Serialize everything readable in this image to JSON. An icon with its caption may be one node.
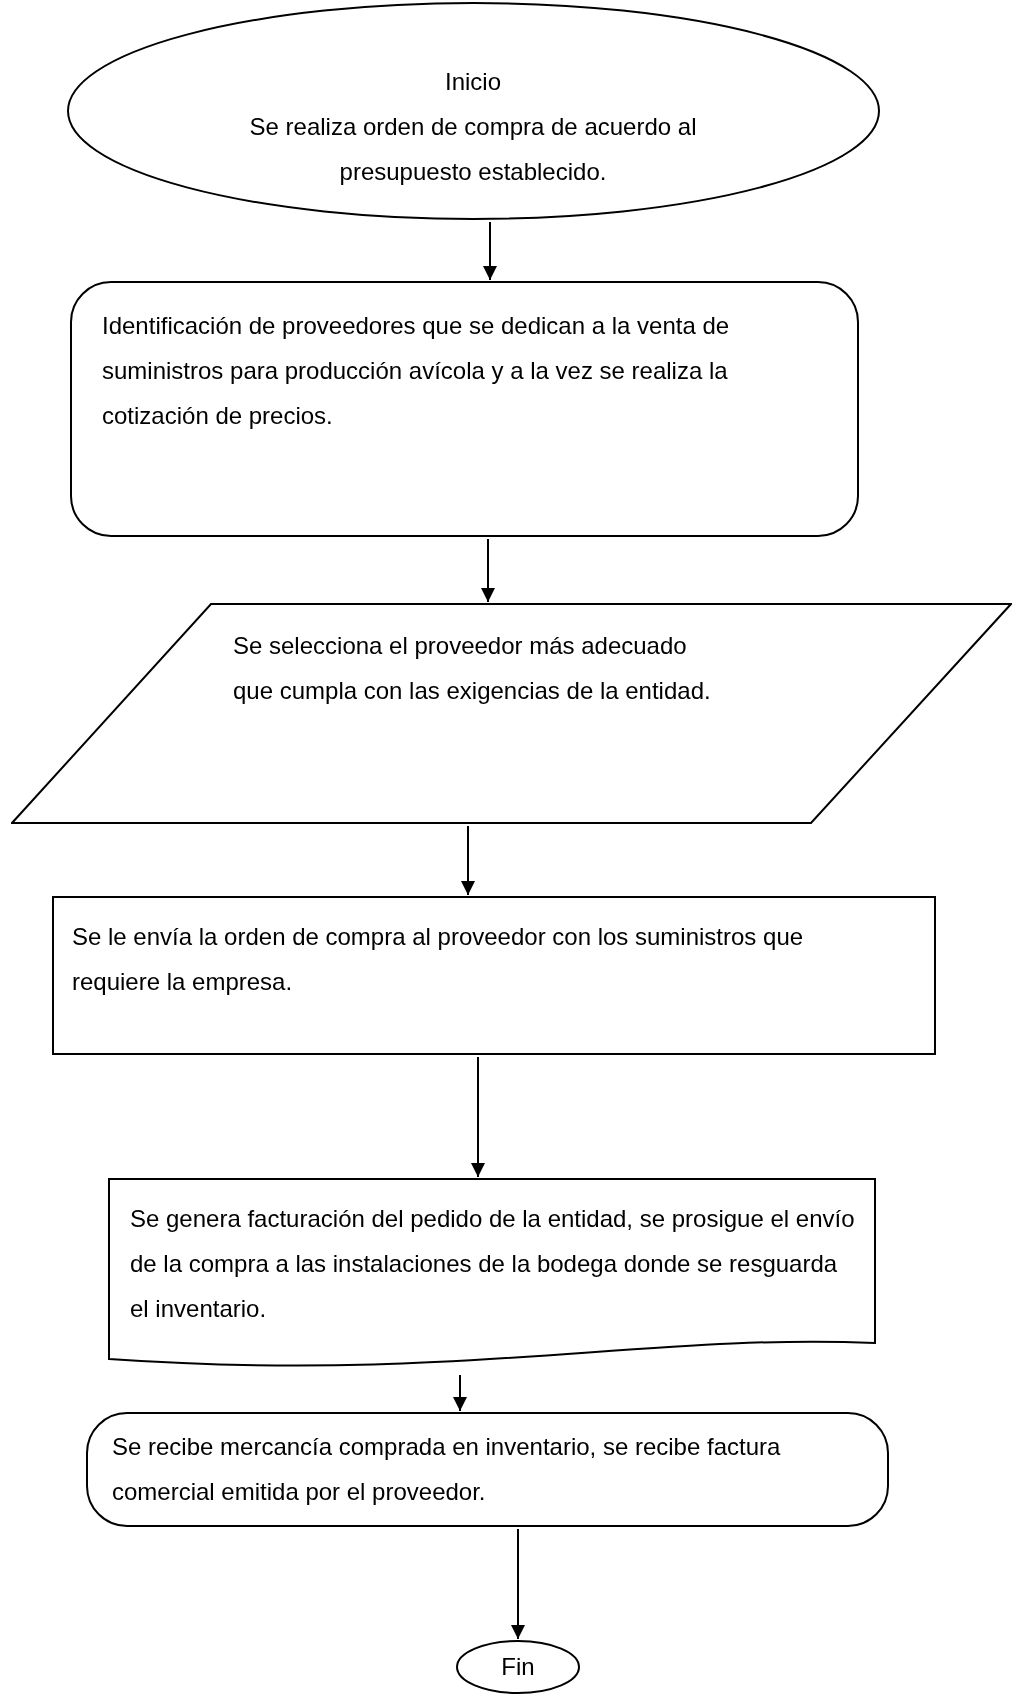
{
  "diagram": {
    "nodes": [
      {
        "text": [
          "Inicio",
          "Se realiza orden de compra de acuerdo al presupuesto establecido."
        ]
      },
      {
        "text": [
          "Identificación de proveedores que se dedican a la venta de suministros para producción avícola y a la vez se realiza la cotización de precios."
        ]
      },
      {
        "text": [
          "Se selecciona el proveedor más adecuado que cumpla con las exigencias de la entidad."
        ]
      },
      {
        "text": [
          "Se le envía la orden de compra al proveedor con los suministros que requiere la empresa."
        ]
      },
      {
        "text": [
          "Se genera facturación del pedido de la entidad, se prosigue el envío de la compra a las instalaciones de la bodega donde se resguarda el inventario."
        ]
      },
      {
        "text": [
          "Se recibe mercancía comprada en inventario, se recibe factura comercial emitida por el proveedor."
        ]
      },
      {
        "text": [
          "Fin"
        ]
      }
    ],
    "edges": [
      {
        "from": 0,
        "to": 1,
        "arrow": "to"
      },
      {
        "from": 1,
        "to": 2,
        "arrow": "to"
      },
      {
        "from": 2,
        "to": 3,
        "arrow": "to"
      },
      {
        "from": 3,
        "to": 4,
        "arrow": "to"
      },
      {
        "from": 4,
        "to": 5,
        "arrow": "to"
      },
      {
        "from": 5,
        "to": 6,
        "arrow": "to"
      }
    ]
  }
}
